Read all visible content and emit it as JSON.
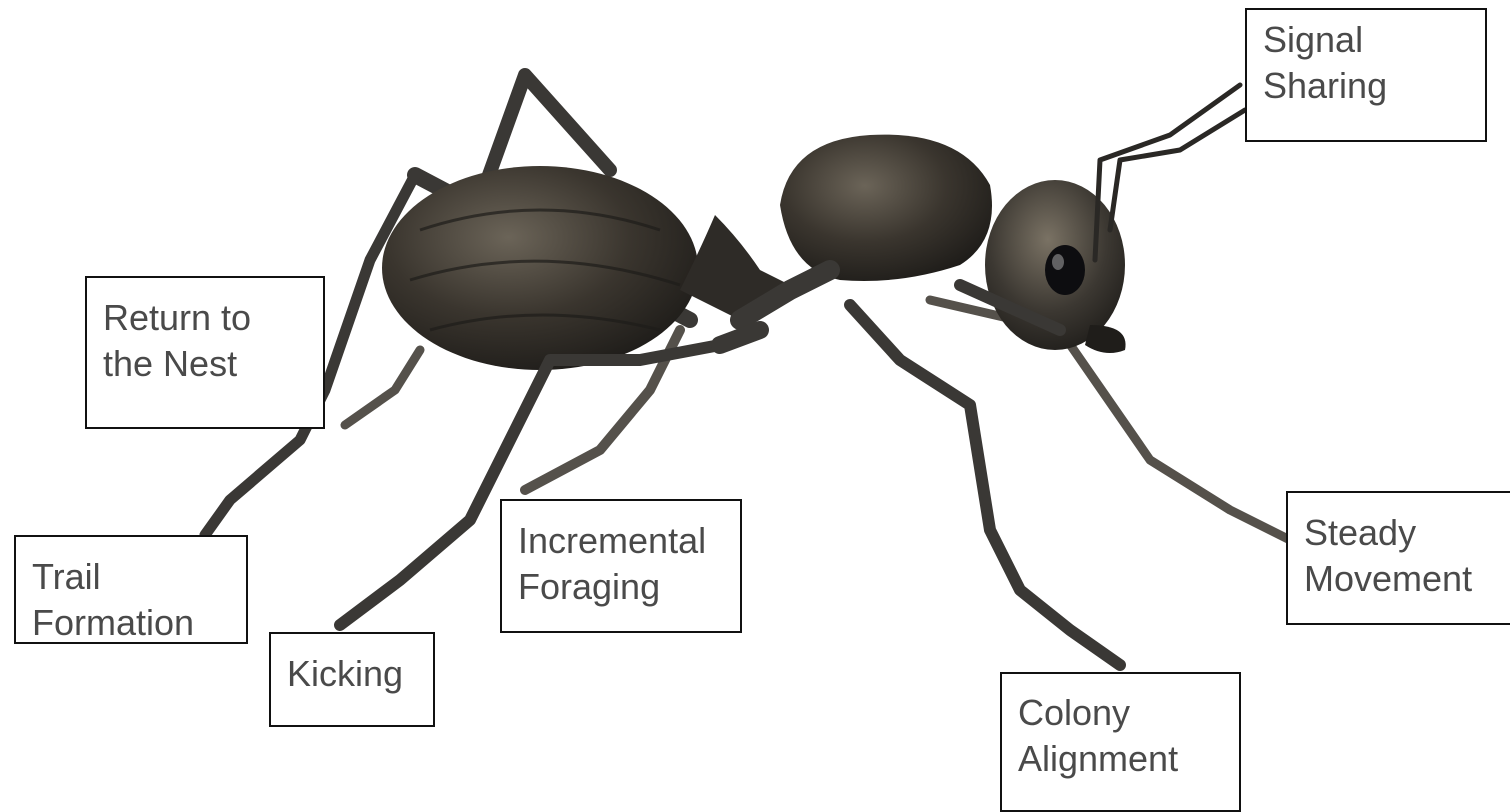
{
  "labels": {
    "signal_sharing": "Signal\nSharing",
    "return_to_nest": "Return to\nthe Nest",
    "trail_formation": "Trail\nFormation",
    "kicking": "Kicking",
    "incremental_foraging": "Incremental\nForaging",
    "colony_alignment": "Colony\nAlignment",
    "steady_movement": "Steady\nMovement"
  },
  "colors": {
    "background": "#ffffff",
    "box_border": "#111111",
    "label_text": "#4a4a4a",
    "ant_body": "#2e2b27",
    "ant_leg": "#3a3835"
  }
}
